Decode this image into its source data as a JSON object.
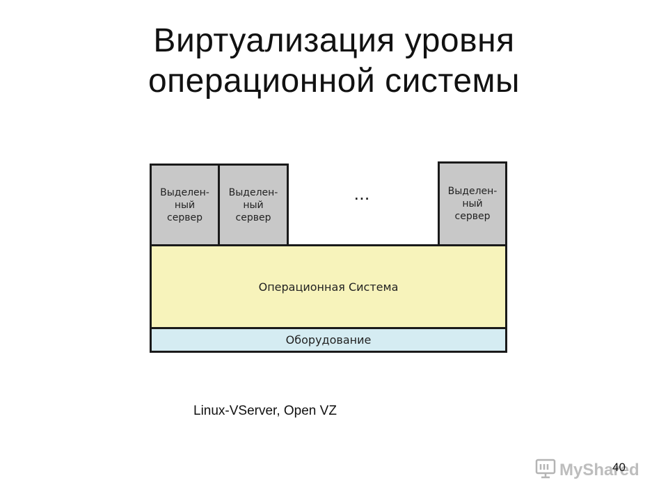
{
  "slide": {
    "title_line1": "Виртуализация уровня",
    "title_line2": "операционной системы",
    "caption": "Linux-VServer, Open VZ",
    "page_number": "40"
  },
  "diagram": {
    "servers": [
      "Выделен-\nный\nсервер",
      "Выделен-\nный\nсервер",
      "Выделен-\nный\nсервер"
    ],
    "ellipsis": "...",
    "os_label": "Операционная Система",
    "hardware_label": "Оборудование"
  },
  "colors": {
    "server_fill": "#c8c8c8",
    "os_fill": "#f7f3bb",
    "hardware_fill": "#d5ecf2",
    "border": "#1a1a1a"
  },
  "watermark": {
    "text": "MyShared",
    "icon": "monitor-icon"
  }
}
